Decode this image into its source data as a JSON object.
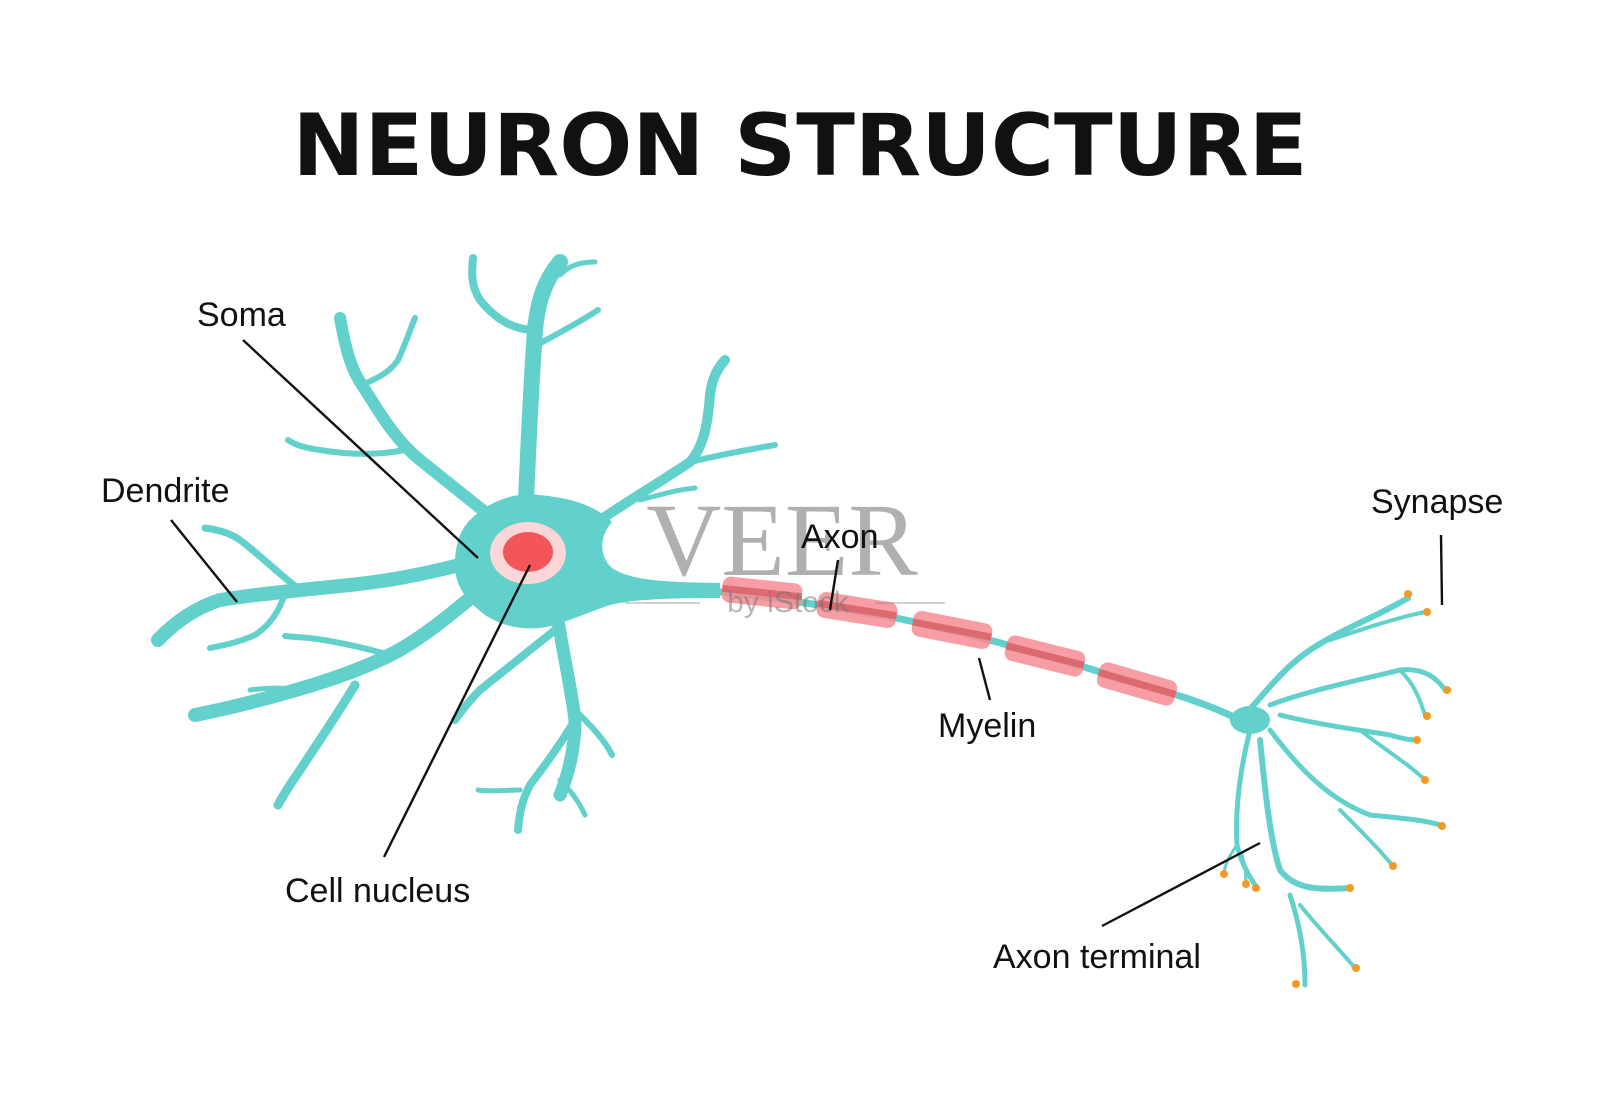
{
  "title": "NEURON STRUCTURE",
  "labels": {
    "soma": "Soma",
    "dendrite": "Dendrite",
    "cell_nucleus": "Cell nucleus",
    "axon": "Axon",
    "myelin": "Myelin",
    "synapse": "Synapse",
    "axon_terminal": "Axon terminal"
  },
  "watermark": {
    "brand": "VEER",
    "sub": "by iStock"
  },
  "colors": {
    "neuron": "#62d0cb",
    "nucleus": "#f25658",
    "nucleus_ring": "#fbd6d8",
    "myelin": "#f68c93",
    "myelin_core": "#d85a62",
    "synapse_dots": "#f29a25",
    "text": "#111111"
  },
  "icons": {
    "neuron": "neuron-cell-illustration"
  }
}
